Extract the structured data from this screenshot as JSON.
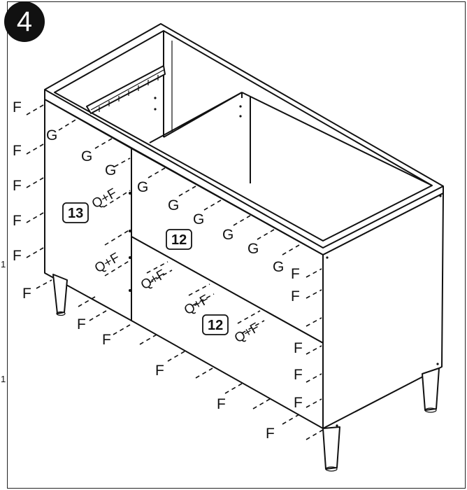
{
  "step": {
    "number": "4"
  },
  "edge_marks": {
    "left_mid": "1",
    "left_low": "1"
  },
  "labels": {
    "F": "F",
    "G": "G",
    "QF": "Q+F"
  },
  "parts": {
    "door": "13",
    "drawer_top": "12",
    "drawer_bottom": "12"
  },
  "colors": {
    "ink": "#111111",
    "background": "#ffffff"
  }
}
